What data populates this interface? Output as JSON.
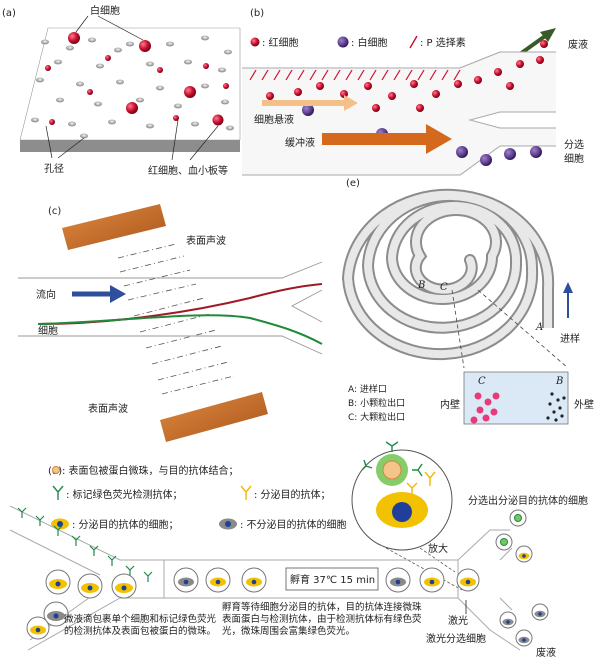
{
  "panel_a": {
    "tag": "(a)",
    "white_cell": "白细胞",
    "pore": "孔径",
    "rbc_platelet": "红细胞、血小板等"
  },
  "panel_b": {
    "tag": "(b)",
    "legend_rbc": ": 红细胞",
    "legend_wbc": ": 白细胞",
    "legend_psel": ": P 选择素",
    "waste": "废液",
    "suspension": "细胞悬液",
    "buffer": "缓冲液",
    "sorted_1": "分选",
    "sorted_2": "细胞"
  },
  "panel_c": {
    "tag": "(c)",
    "saw_top": "表面声波",
    "flow": "流向",
    "cell": "细胞",
    "saw_bottom": "表面声波"
  },
  "panel_e": {
    "tag": "(e)",
    "label_b": "B",
    "label_c": "C",
    "label_a": "A",
    "inlet": "进样",
    "legend_a": "A: 进样口",
    "legend_b": "B: 小颗粒出口",
    "legend_c": "C: 大颗粒出口",
    "inner_wall": "内壁",
    "outer_wall": "外壁",
    "inset_c": "C",
    "inset_b": "B"
  },
  "panel_d": {
    "tag": "(d)",
    "legend_bead": ": 表面包被蛋白微珠，与目的抗体结合；",
    "legend_detect_ab": ": 标记绿色荧光检测抗体；",
    "legend_target_ab": ": 分泌目的抗体；",
    "legend_secreting": ": 分泌目的抗体的细胞；",
    "legend_nonsecreting": ": 不分泌目的抗体的细胞",
    "sorted_out": "分选出分泌目的抗体的细胞",
    "magnify": "放大",
    "incubate": "孵育 37℃ 15 min",
    "laser": "激光",
    "laser_sort": "激光分选细胞",
    "waste": "废液",
    "note_left": "微液滴包裹单个细胞和标记绿色荧光的检测抗体及表面包被蛋白的微珠。",
    "note_mid": "孵育等待细胞分泌目的抗体，目的抗体连接微珠表面蛋白与检测抗体，由于检测抗体标有绿色荧光，微珠周围会富集绿色荧光。"
  },
  "colors": {
    "rbc": "#c8102e",
    "wbc": "#5a3a8c",
    "saw_bar": "#c8702a",
    "flow_arrow": "#2e4f9c",
    "buffer_arrow": "#d4691e",
    "waste_arrow": "#3a5a2a",
    "detect_ab": "#1f8a4c",
    "secreting_cell": "#f2c200",
    "nucleus": "#1f3f99",
    "nonsecreting_cell": "#8a8a8a"
  }
}
